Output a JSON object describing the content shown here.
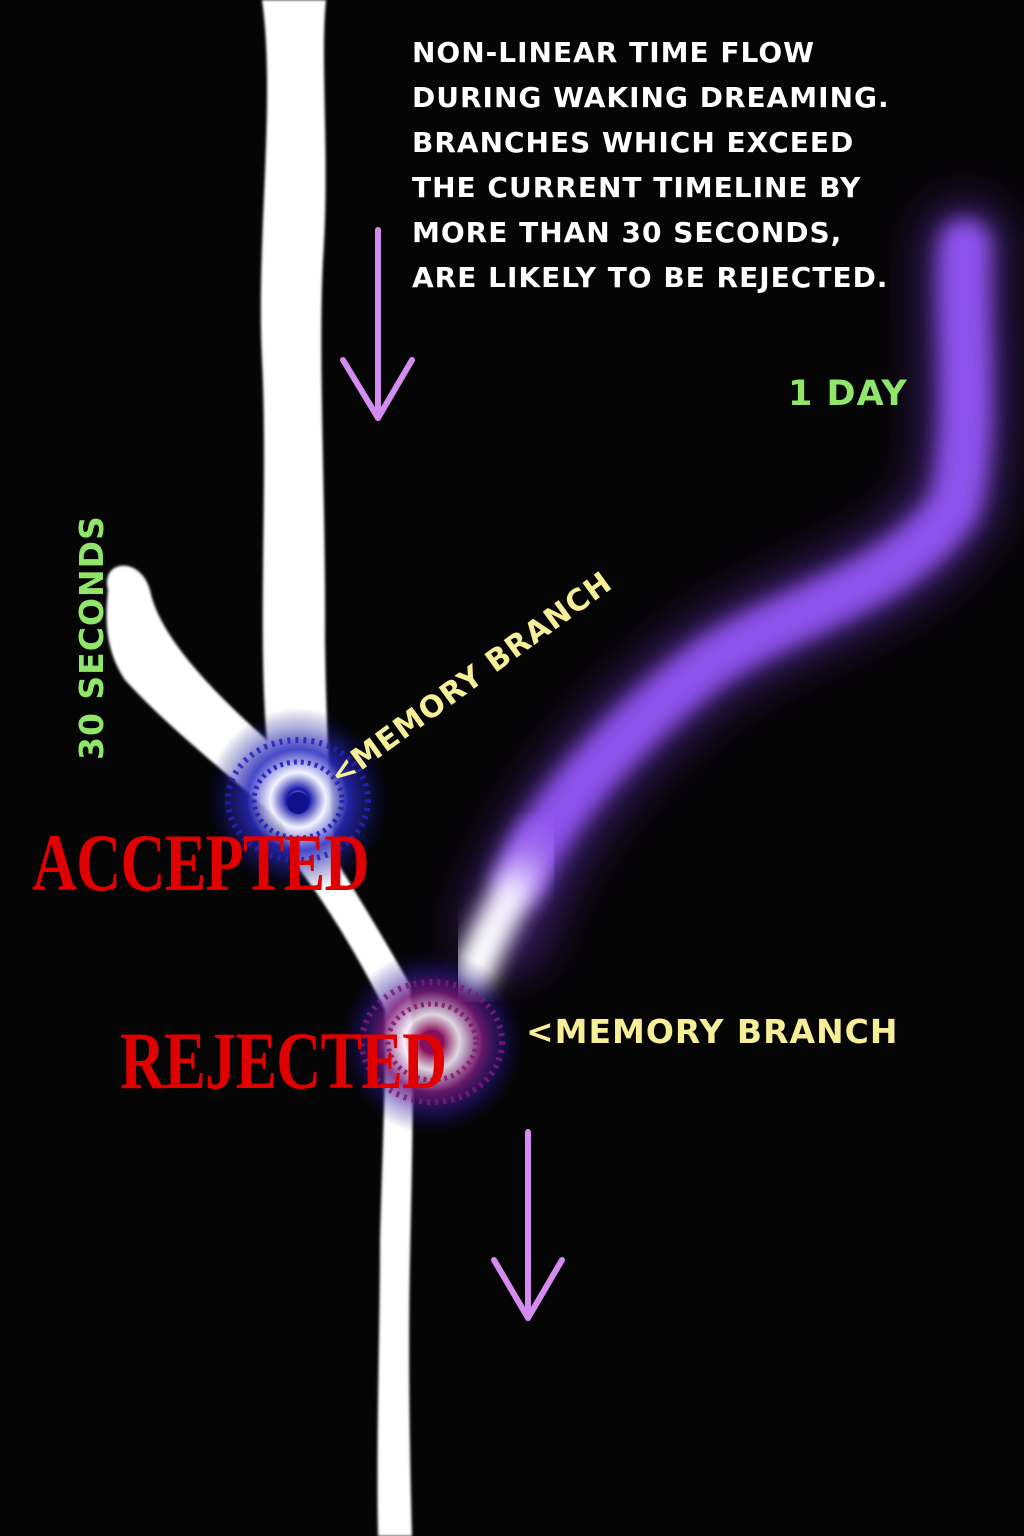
{
  "description": {
    "lines": [
      "NON-LINEAR TIME FLOW",
      "DURING WAKING DREAMING.",
      "BRANCHES WHICH EXCEED",
      "THE CURRENT TIMELINE BY",
      "MORE THAN 30 SECONDS,",
      "ARE LIKELY TO BE REJECTED."
    ]
  },
  "labels": {
    "short_branch_duration": "30 SECONDS",
    "long_branch_duration": "1 DAY",
    "memory_branch_upper": "<MEMORY BRANCH",
    "memory_branch_lower": "<MEMORY BRANCH",
    "accepted": "ACCEPTED",
    "rejected": "REJECTED"
  },
  "colors": {
    "background": "#050505",
    "timeline": "#ffffff",
    "long_branch": "#8f52ee",
    "arrow": "#d58cf0",
    "duration_text": "#8fe66b",
    "branch_text": "#f7ef98",
    "stamp_text": "#e00000",
    "accepted_burst": "#1a1ab4",
    "rejected_burst": "#8c1660"
  }
}
